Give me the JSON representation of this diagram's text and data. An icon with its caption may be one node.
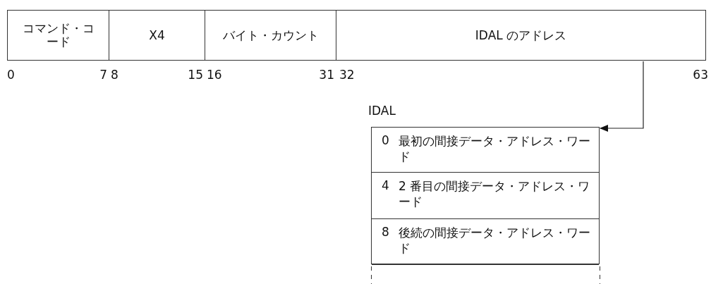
{
  "diagram": {
    "nodes": [
      {
        "text": [
          "コマンド・コード"
        ]
      },
      {
        "text": [
          "X4"
        ]
      },
      {
        "text": [
          "バイト・カウント"
        ]
      },
      {
        "text": [
          "IDAL のアドレス"
        ]
      },
      {
        "text": [
          "IDAL"
        ]
      },
      {
        "text": [
          "0",
          "最初の間接データ・アドレス・ワード"
        ],
        "in": 4
      },
      {
        "text": [
          "4",
          "2 番目の間接データ・アドレス・ワード"
        ],
        "in": 4
      },
      {
        "text": [
          "8",
          "後続の間接データ・アドレス・ワード"
        ],
        "in": 4
      }
    ],
    "edges": [
      {
        "from": 3,
        "to": 4,
        "arrow": "to"
      }
    ],
    "labels": [
      "0",
      "7",
      "8",
      "15",
      "16",
      "31",
      "32",
      "63"
    ]
  }
}
